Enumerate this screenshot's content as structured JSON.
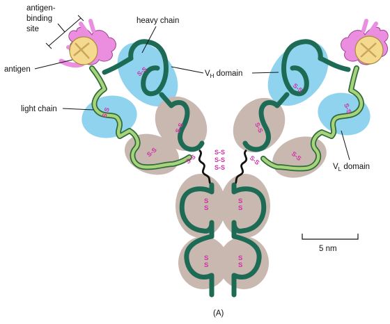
{
  "labels": {
    "antigen_binding_site": [
      "antigen-",
      "binding",
      "site"
    ],
    "antigen": "antigen",
    "heavy_chain": "heavy chain",
    "light_chain": "light chain",
    "vh_domain": {
      "main": "V",
      "sub": "H",
      "suffix": " domain"
    },
    "vl_domain": {
      "main": "V",
      "sub": "L",
      "suffix": " domain"
    },
    "scale_bar": "5 nm",
    "panel": "(A)"
  },
  "disulfide": {
    "bond": "S-S",
    "stacked": "S"
  },
  "colors": {
    "heavy_chain": "#1e6b55",
    "light_chain": "#a9d37a",
    "light_chain_edge": "#2c6b3b",
    "variable_domain": "#8fd3ee",
    "constant_domain": "#c9b8b0",
    "antigen_binding_loops": "#ec8ee0",
    "antigen": "#f4d98e",
    "disulfide": "#d12fa6",
    "hinge": "#111111"
  }
}
